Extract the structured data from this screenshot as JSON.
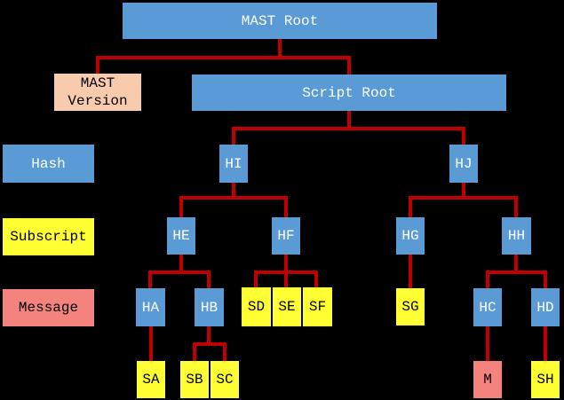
{
  "colors": {
    "background": "#000000",
    "hash_blue": "#5B9BD5",
    "subscript_yellow": "#FFFF33",
    "message_salmon": "#F4827D",
    "version_peach": "#F8CBAD",
    "connector_red": "#C00000",
    "text_on_blue": "#FFFFFF",
    "text_on_light": "#000000"
  },
  "legend": {
    "hash_label": "Hash",
    "subscript_label": "Subscript",
    "message_label": "Message"
  },
  "nodes": {
    "mast_root": "MAST Root",
    "mast_version": "MAST Version",
    "script_root": "Script Root",
    "hi": "HI",
    "hj": "HJ",
    "he": "HE",
    "hf": "HF",
    "hg": "HG",
    "hh": "HH",
    "ha": "HA",
    "hb": "HB",
    "sd": "SD",
    "se": "SE",
    "sf": "SF",
    "sg": "SG",
    "hc": "HC",
    "hd": "HD",
    "sa": "SA",
    "sb": "SB",
    "sc": "SC",
    "m": "M",
    "sh": "SH"
  },
  "tree": {
    "MAST Root": [
      "MAST Version",
      "Script Root"
    ],
    "Script Root": [
      "HI",
      "HJ"
    ],
    "HI": [
      "HE",
      "HF"
    ],
    "HJ": [
      "HG",
      "HH"
    ],
    "HE": [
      "HA",
      "HB"
    ],
    "HF": [
      "SD",
      "SE",
      "SF"
    ],
    "HG": [
      "SG"
    ],
    "HH": [
      "HC",
      "HD"
    ],
    "HA": [
      "SA"
    ],
    "HB": [
      "SB",
      "SC"
    ],
    "HC": [
      "M"
    ],
    "HD": [
      "SH"
    ]
  }
}
